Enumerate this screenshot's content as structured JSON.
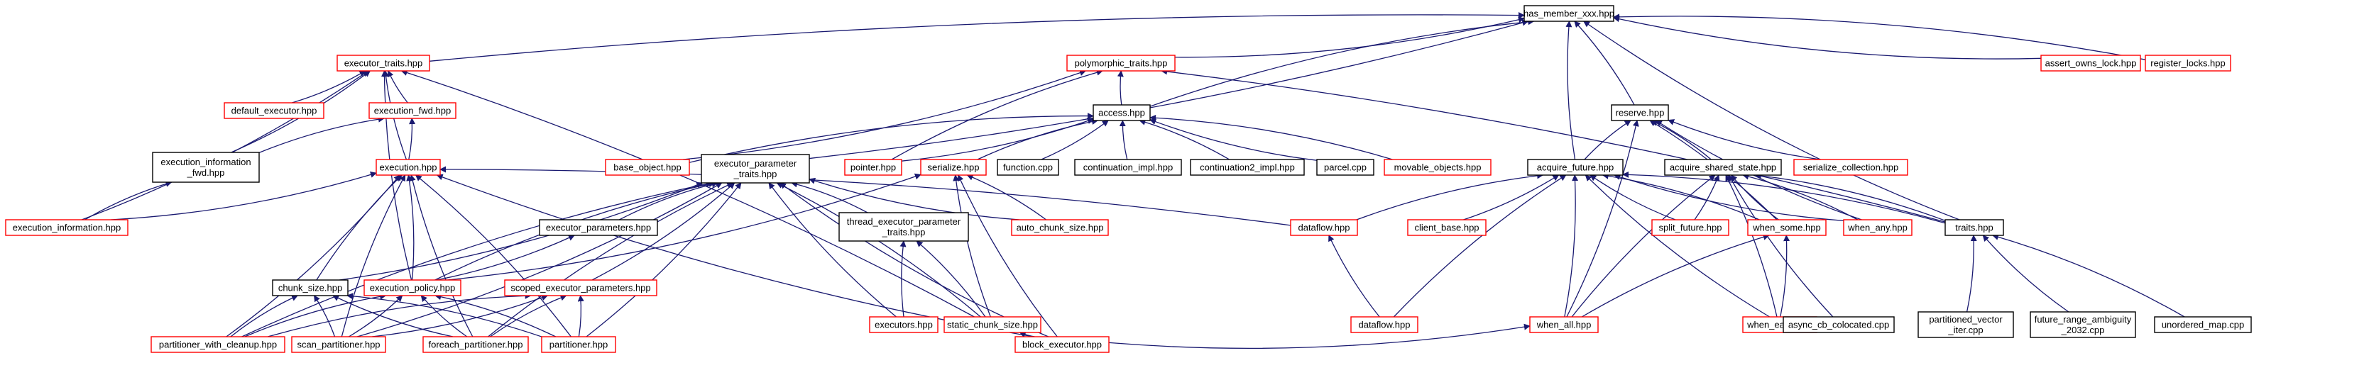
{
  "colors": {
    "edge": "#191970",
    "border_red": "#ff0000",
    "border_black": "#000000",
    "highlight_fill": "#bfbfbf",
    "background": "#ffffff"
  },
  "nodes": [
    {
      "id": "has_member",
      "lines": [
        "has_member_xxx.hpp"
      ],
      "style": "highlight"
    },
    {
      "id": "executor_traits",
      "lines": [
        "executor_traits.hpp"
      ],
      "style": "red"
    },
    {
      "id": "polymorphic_traits",
      "lines": [
        "polymorphic_traits.hpp"
      ],
      "style": "red"
    },
    {
      "id": "assert_owns_lock",
      "lines": [
        "assert_owns_lock.hpp"
      ],
      "style": "red"
    },
    {
      "id": "register_locks",
      "lines": [
        "register_locks.hpp"
      ],
      "style": "red"
    },
    {
      "id": "default_executor",
      "lines": [
        "default_executor.hpp"
      ],
      "style": "red"
    },
    {
      "id": "execution_fwd",
      "lines": [
        "execution_fwd.hpp"
      ],
      "style": "red"
    },
    {
      "id": "access",
      "lines": [
        "access.hpp"
      ],
      "style": "black"
    },
    {
      "id": "reserve",
      "lines": [
        "reserve.hpp"
      ],
      "style": "black"
    },
    {
      "id": "execution_information_fwd",
      "lines": [
        "execution_information",
        "_fwd.hpp"
      ],
      "style": "black"
    },
    {
      "id": "execution",
      "lines": [
        "execution.hpp"
      ],
      "style": "red"
    },
    {
      "id": "base_object",
      "lines": [
        "base_object.hpp"
      ],
      "style": "red"
    },
    {
      "id": "executor_parameter_traits",
      "lines": [
        "executor_parameter",
        "_traits.hpp"
      ],
      "style": "black"
    },
    {
      "id": "pointer",
      "lines": [
        "pointer.hpp"
      ],
      "style": "red"
    },
    {
      "id": "serialize",
      "lines": [
        "serialize.hpp"
      ],
      "style": "red"
    },
    {
      "id": "function",
      "lines": [
        "function.cpp"
      ],
      "style": "black"
    },
    {
      "id": "continuation_impl",
      "lines": [
        "continuation_impl.hpp"
      ],
      "style": "black"
    },
    {
      "id": "continuation2_impl",
      "lines": [
        "continuation2_impl.hpp"
      ],
      "style": "black"
    },
    {
      "id": "parcel",
      "lines": [
        "parcel.cpp"
      ],
      "style": "black"
    },
    {
      "id": "movable_objects",
      "lines": [
        "movable_objects.hpp"
      ],
      "style": "red"
    },
    {
      "id": "acquire_future",
      "lines": [
        "acquire_future.hpp"
      ],
      "style": "black"
    },
    {
      "id": "acquire_shared_state",
      "lines": [
        "acquire_shared_state.hpp"
      ],
      "style": "black"
    },
    {
      "id": "serialize_collection",
      "lines": [
        "serialize_collection.hpp"
      ],
      "style": "red"
    },
    {
      "id": "execution_information",
      "lines": [
        "execution_information.hpp"
      ],
      "style": "red"
    },
    {
      "id": "executor_parameters",
      "lines": [
        "executor_parameters.hpp"
      ],
      "style": "black"
    },
    {
      "id": "thread_executor_parameter_traits",
      "lines": [
        "thread_executor_parameter",
        "_traits.hpp"
      ],
      "style": "black"
    },
    {
      "id": "auto_chunk_size",
      "lines": [
        "auto_chunk_size.hpp"
      ],
      "style": "red"
    },
    {
      "id": "dataflow_a",
      "lines": [
        "dataflow.hpp"
      ],
      "style": "red"
    },
    {
      "id": "client_base",
      "lines": [
        "client_base.hpp"
      ],
      "style": "red"
    },
    {
      "id": "split_future",
      "lines": [
        "split_future.hpp"
      ],
      "style": "red"
    },
    {
      "id": "when_some",
      "lines": [
        "when_some.hpp"
      ],
      "style": "red"
    },
    {
      "id": "when_any",
      "lines": [
        "when_any.hpp"
      ],
      "style": "red"
    },
    {
      "id": "traits",
      "lines": [
        "traits.hpp"
      ],
      "style": "black"
    },
    {
      "id": "chunk_size",
      "lines": [
        "chunk_size.hpp"
      ],
      "style": "black"
    },
    {
      "id": "execution_policy",
      "lines": [
        "execution_policy.hpp"
      ],
      "style": "red"
    },
    {
      "id": "scoped_executor_parameters",
      "lines": [
        "scoped_executor_parameters.hpp"
      ],
      "style": "red"
    },
    {
      "id": "executors",
      "lines": [
        "executors.hpp"
      ],
      "style": "red"
    },
    {
      "id": "static_chunk_size",
      "lines": [
        "static_chunk_size.hpp"
      ],
      "style": "red"
    },
    {
      "id": "dataflow_b",
      "lines": [
        "dataflow.hpp"
      ],
      "style": "red"
    },
    {
      "id": "when_all",
      "lines": [
        "when_all.hpp"
      ],
      "style": "red"
    },
    {
      "id": "when_each",
      "lines": [
        "when_each.hpp"
      ],
      "style": "red"
    },
    {
      "id": "async_cb_colocated",
      "lines": [
        "async_cb_colocated.cpp"
      ],
      "style": "black"
    },
    {
      "id": "partitioned_vector_iter",
      "lines": [
        "partitioned_vector",
        "_iter.cpp"
      ],
      "style": "black"
    },
    {
      "id": "future_range_ambiguity",
      "lines": [
        "future_range_ambiguity",
        "_2032.cpp"
      ],
      "style": "black"
    },
    {
      "id": "unordered_map",
      "lines": [
        "unordered_map.cpp"
      ],
      "style": "black"
    },
    {
      "id": "partitioner_with_cleanup",
      "lines": [
        "partitioner_with_cleanup.hpp"
      ],
      "style": "red"
    },
    {
      "id": "scan_partitioner",
      "lines": [
        "scan_partitioner.hpp"
      ],
      "style": "red"
    },
    {
      "id": "foreach_partitioner",
      "lines": [
        "foreach_partitioner.hpp"
      ],
      "style": "red"
    },
    {
      "id": "partitioner",
      "lines": [
        "partitioner.hpp"
      ],
      "style": "red"
    },
    {
      "id": "block_executor",
      "lines": [
        "block_executor.hpp"
      ],
      "style": "red"
    }
  ],
  "edges": [
    [
      "executor_traits",
      "has_member"
    ],
    [
      "polymorphic_traits",
      "has_member"
    ],
    [
      "assert_owns_lock",
      "has_member"
    ],
    [
      "register_locks",
      "has_member"
    ],
    [
      "access",
      "has_member"
    ],
    [
      "reserve",
      "has_member"
    ],
    [
      "acquire_future",
      "has_member"
    ],
    [
      "executor_parameter_traits",
      "has_member"
    ],
    [
      "traits",
      "has_member"
    ],
    [
      "default_executor",
      "executor_traits"
    ],
    [
      "execution_fwd",
      "executor_traits"
    ],
    [
      "execution_information_fwd",
      "executor_traits"
    ],
    [
      "execution",
      "executor_traits"
    ],
    [
      "execution_information",
      "executor_traits"
    ],
    [
      "execution_policy",
      "executor_traits"
    ],
    [
      "static_chunk_size",
      "executor_traits"
    ],
    [
      "execution_information_fwd",
      "execution_fwd"
    ],
    [
      "execution",
      "execution_fwd"
    ],
    [
      "access",
      "polymorphic_traits"
    ],
    [
      "base_object",
      "polymorphic_traits"
    ],
    [
      "pointer",
      "polymorphic_traits"
    ],
    [
      "traits",
      "polymorphic_traits"
    ],
    [
      "base_object",
      "access"
    ],
    [
      "pointer",
      "access"
    ],
    [
      "serialize",
      "access"
    ],
    [
      "function",
      "access"
    ],
    [
      "continuation_impl",
      "access"
    ],
    [
      "continuation2_impl",
      "access"
    ],
    [
      "parcel",
      "access"
    ],
    [
      "movable_objects",
      "access"
    ],
    [
      "acquire_future",
      "reserve"
    ],
    [
      "acquire_shared_state",
      "reserve"
    ],
    [
      "serialize_collection",
      "reserve"
    ],
    [
      "when_some",
      "reserve"
    ],
    [
      "when_any",
      "reserve"
    ],
    [
      "when_all",
      "reserve"
    ],
    [
      "execution_information",
      "execution_information_fwd"
    ],
    [
      "execution_information",
      "execution"
    ],
    [
      "chunk_size",
      "execution"
    ],
    [
      "execution_policy",
      "execution"
    ],
    [
      "scan_partitioner",
      "execution"
    ],
    [
      "partitioner_with_cleanup",
      "execution"
    ],
    [
      "foreach_partitioner",
      "execution"
    ],
    [
      "partitioner",
      "execution"
    ],
    [
      "block_executor",
      "execution"
    ],
    [
      "dataflow_a",
      "execution"
    ],
    [
      "executor_parameters",
      "executor_parameter_traits"
    ],
    [
      "thread_executor_parameter_traits",
      "executor_parameter_traits"
    ],
    [
      "auto_chunk_size",
      "executor_parameter_traits"
    ],
    [
      "chunk_size",
      "executor_parameter_traits"
    ],
    [
      "execution_policy",
      "executor_parameter_traits"
    ],
    [
      "scoped_executor_parameters",
      "executor_parameter_traits"
    ],
    [
      "executors",
      "executor_parameter_traits"
    ],
    [
      "static_chunk_size",
      "executor_parameter_traits"
    ],
    [
      "partitioner_with_cleanup",
      "executor_parameter_traits"
    ],
    [
      "scan_partitioner",
      "executor_parameter_traits"
    ],
    [
      "foreach_partitioner",
      "executor_parameter_traits"
    ],
    [
      "partitioner",
      "executor_parameter_traits"
    ],
    [
      "block_executor",
      "executor_parameter_traits"
    ],
    [
      "auto_chunk_size",
      "serialize"
    ],
    [
      "static_chunk_size",
      "serialize"
    ],
    [
      "execution_policy",
      "serialize"
    ],
    [
      "block_executor",
      "serialize"
    ],
    [
      "execution_policy",
      "executor_parameters"
    ],
    [
      "executors",
      "thread_executor_parameter_traits"
    ],
    [
      "static_chunk_size",
      "thread_executor_parameter_traits"
    ],
    [
      "dataflow_a",
      "acquire_future"
    ],
    [
      "client_base",
      "acquire_future"
    ],
    [
      "split_future",
      "acquire_future"
    ],
    [
      "when_some",
      "acquire_future"
    ],
    [
      "when_any",
      "acquire_future"
    ],
    [
      "when_all",
      "acquire_future"
    ],
    [
      "when_each",
      "acquire_future"
    ],
    [
      "traits",
      "acquire_future"
    ],
    [
      "dataflow_b",
      "acquire_future"
    ],
    [
      "split_future",
      "acquire_shared_state"
    ],
    [
      "when_some",
      "acquire_shared_state"
    ],
    [
      "when_any",
      "acquire_shared_state"
    ],
    [
      "when_all",
      "acquire_shared_state"
    ],
    [
      "traits",
      "acquire_shared_state"
    ],
    [
      "async_cb_colocated",
      "acquire_shared_state"
    ],
    [
      "when_each",
      "acquire_shared_state"
    ],
    [
      "when_all",
      "when_some"
    ],
    [
      "when_each",
      "when_some"
    ],
    [
      "dataflow_b",
      "dataflow_a"
    ],
    [
      "partitioned_vector_iter",
      "traits"
    ],
    [
      "future_range_ambiguity",
      "traits"
    ],
    [
      "unordered_map",
      "traits"
    ],
    [
      "partitioner_with_cleanup",
      "chunk_size"
    ],
    [
      "scan_partitioner",
      "chunk_size"
    ],
    [
      "foreach_partitioner",
      "chunk_size"
    ],
    [
      "partitioner",
      "chunk_size"
    ],
    [
      "partitioner_with_cleanup",
      "execution_policy"
    ],
    [
      "scan_partitioner",
      "execution_policy"
    ],
    [
      "foreach_partitioner",
      "execution_policy"
    ],
    [
      "partitioner",
      "execution_policy"
    ],
    [
      "partitioner_with_cleanup",
      "scoped_executor_parameters"
    ],
    [
      "scan_partitioner",
      "scoped_executor_parameters"
    ],
    [
      "foreach_partitioner",
      "scoped_executor_parameters"
    ],
    [
      "partitioner",
      "scoped_executor_parameters"
    ],
    [
      "block_executor",
      "static_chunk_size"
    ],
    [
      "block_executor",
      "when_all"
    ]
  ]
}
